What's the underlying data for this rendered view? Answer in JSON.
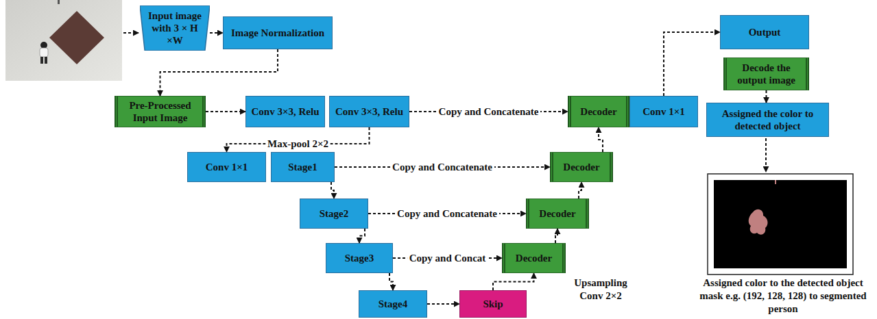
{
  "diagram": {
    "nodes": [
      {
        "text": [
          "Input image with 3 × H ×W"
        ]
      },
      {
        "text": [
          "Image Normalization"
        ]
      },
      {
        "text": [
          "Output"
        ]
      },
      {
        "text": [
          "Decode the output image"
        ]
      },
      {
        "text": [
          "Pre-Processed Input Image"
        ]
      },
      {
        "text": [
          "Conv 3×3, Relu"
        ]
      },
      {
        "text": [
          "Conv 3×3, Relu"
        ]
      },
      {
        "text": [
          "Decoder"
        ]
      },
      {
        "text": [
          "Conv 1×1"
        ]
      },
      {
        "text": [
          "Assigned the color to detected object"
        ]
      },
      {
        "text": [
          "Conv 1×1"
        ]
      },
      {
        "text": [
          "Stage1"
        ]
      },
      {
        "text": [
          "Decoder"
        ]
      },
      {
        "text": [
          "Stage2"
        ]
      },
      {
        "text": [
          "Decoder"
        ]
      },
      {
        "text": [
          "Stage3"
        ]
      },
      {
        "text": [
          "Decoder"
        ]
      },
      {
        "text": [
          "Stage4"
        ]
      },
      {
        "text": [
          "Skip"
        ]
      }
    ],
    "edges": [
      {
        "from": 0,
        "to": 1,
        "arrow": "to"
      },
      {
        "from": 1,
        "to": 4,
        "arrow": "to"
      },
      {
        "from": 4,
        "to": 5,
        "arrow": "to"
      },
      {
        "from": 6,
        "to": 7,
        "label": "Copy and Concatenate",
        "arrow": "to"
      },
      {
        "from": 6,
        "to": 10,
        "label": "Max-pool 2×2",
        "arrow": "to"
      },
      {
        "from": 11,
        "to": 12,
        "label": "Copy and Concatenate",
        "arrow": "to"
      },
      {
        "from": 11,
        "to": 13,
        "arrow": "to"
      },
      {
        "from": 13,
        "to": 14,
        "label": "Copy and Concatenate",
        "arrow": "to"
      },
      {
        "from": 13,
        "to": 15,
        "arrow": "to"
      },
      {
        "from": 15,
        "to": 16,
        "label": "Copy and Concat",
        "arrow": "to"
      },
      {
        "from": 15,
        "to": 17,
        "arrow": "to"
      },
      {
        "from": 17,
        "to": 18,
        "arrow": "to"
      },
      {
        "from": 18,
        "to": 16,
        "arrow": "to"
      },
      {
        "from": 16,
        "to": 14,
        "arrow": "to"
      },
      {
        "from": 14,
        "to": 12,
        "arrow": "to"
      },
      {
        "from": 12,
        "to": 7,
        "arrow": "to"
      },
      {
        "from": 8,
        "to": 2,
        "arrow": "to"
      },
      {
        "from": 3,
        "to": 9,
        "arrow": "to"
      }
    ],
    "labels": [
      "Upsampling Conv 2×2",
      "Assigned color to the detected object mask e.g. (192, 128, 128) to segmented person"
    ]
  }
}
